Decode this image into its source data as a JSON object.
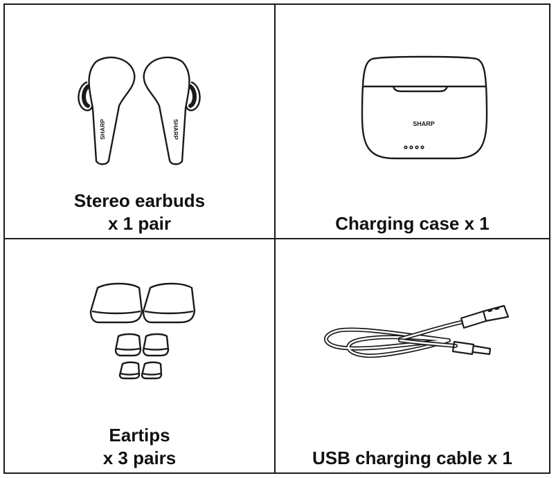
{
  "items": [
    {
      "id": "earbuds",
      "line1": "Stereo earbuds",
      "line2": "x 1 pair",
      "brand": "SHARP"
    },
    {
      "id": "case",
      "line1": "Charging case x 1",
      "brand": "SHARP"
    },
    {
      "id": "eartips",
      "line1": "Eartips",
      "line2": "x 3 pairs"
    },
    {
      "id": "cable",
      "line1": "USB charging cable x 1"
    }
  ],
  "colors": {
    "line": "#1a1a1a",
    "text": "#111111"
  }
}
